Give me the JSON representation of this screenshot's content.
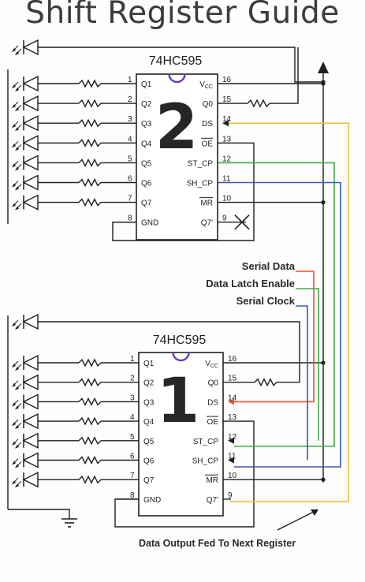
{
  "title": "Shift Register Guide",
  "colors": {
    "serial_data": "#e8552c",
    "data_latch": "#3fae49",
    "serial_clock": "#4056b8",
    "output_feed": "#e6c23c",
    "wire": "#1e1e1e"
  },
  "chips": [
    {
      "part": "74HC595",
      "number": "2",
      "left_pins": [
        {
          "num": "1",
          "label": "Q1"
        },
        {
          "num": "2",
          "label": "Q2"
        },
        {
          "num": "3",
          "label": "Q3"
        },
        {
          "num": "4",
          "label": "Q4"
        },
        {
          "num": "5",
          "label": "Q5"
        },
        {
          "num": "6",
          "label": "Q6"
        },
        {
          "num": "7",
          "label": "Q7"
        },
        {
          "num": "8",
          "label": "GND"
        }
      ],
      "right_pins": [
        {
          "num": "16",
          "label": "VCC"
        },
        {
          "num": "15",
          "label": "Q0"
        },
        {
          "num": "14",
          "label": "DS"
        },
        {
          "num": "13",
          "label": "OE"
        },
        {
          "num": "12",
          "label": "ST_CP"
        },
        {
          "num": "11",
          "label": "SH_CP"
        },
        {
          "num": "10",
          "label": "MR"
        },
        {
          "num": "9",
          "label": "Q7'"
        }
      ]
    },
    {
      "part": "74HC595",
      "number": "1",
      "left_pins": [
        {
          "num": "1",
          "label": "Q1"
        },
        {
          "num": "2",
          "label": "Q2"
        },
        {
          "num": "3",
          "label": "Q3"
        },
        {
          "num": "4",
          "label": "Q4"
        },
        {
          "num": "5",
          "label": "Q5"
        },
        {
          "num": "6",
          "label": "Q6"
        },
        {
          "num": "7",
          "label": "Q7"
        },
        {
          "num": "8",
          "label": "GND"
        }
      ],
      "right_pins": [
        {
          "num": "16",
          "label": "VCC"
        },
        {
          "num": "15",
          "label": "Q0"
        },
        {
          "num": "14",
          "label": "DS"
        },
        {
          "num": "13",
          "label": "OE"
        },
        {
          "num": "12",
          "label": "ST_CP"
        },
        {
          "num": "11",
          "label": "SH_CP"
        },
        {
          "num": "10",
          "label": "MR"
        },
        {
          "num": "9",
          "label": "Q7'"
        }
      ]
    }
  ],
  "control_labels": {
    "serial_data": "Serial Data",
    "data_latch": "Data Latch Enable",
    "serial_clock": "Serial Clock"
  },
  "output_note": "Data Output Fed To Next Register",
  "icons": [
    "led-icon",
    "resistor-icon",
    "ground-icon",
    "power-arrow-icon",
    "no-connect-icon"
  ]
}
